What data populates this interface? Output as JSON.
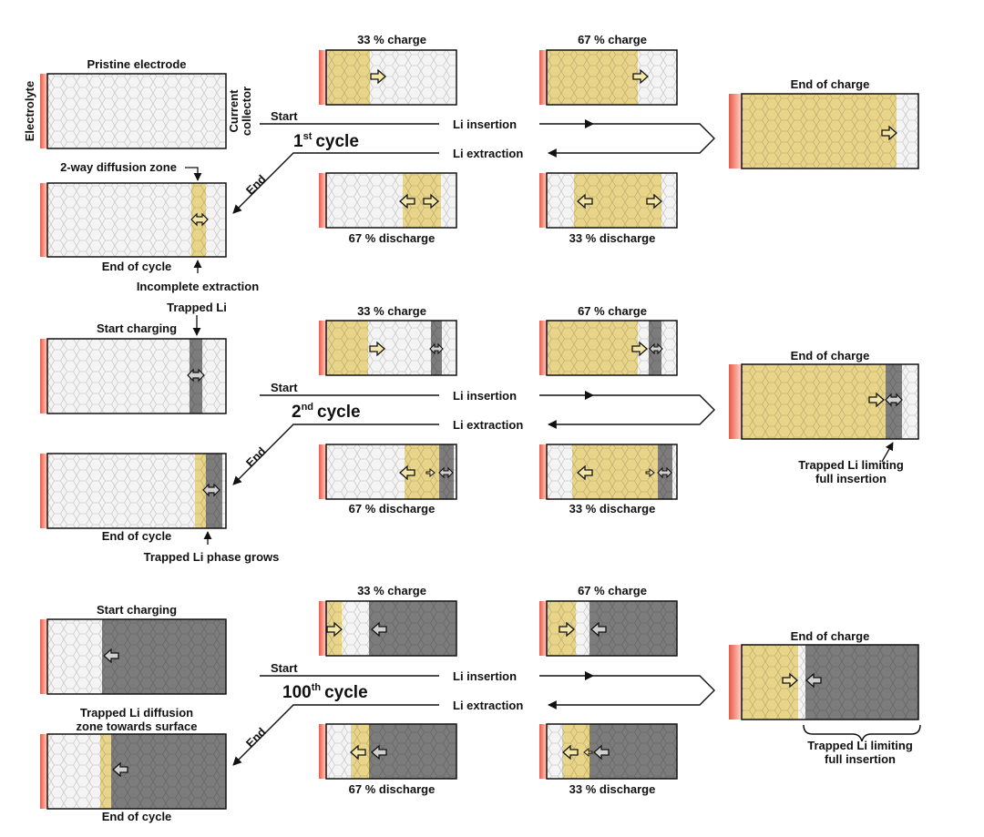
{
  "labels": {
    "electrolyte": "Electrolyte",
    "current_collector_1": "Current",
    "current_collector_2": "collector",
    "pristine": "Pristine electrode",
    "start": "Start",
    "end": "End",
    "li_insertion": "Li insertion",
    "li_extraction": "Li extraction",
    "charge_33": "33 % charge",
    "charge_67": "67 % charge",
    "discharge_67": "67 % discharge",
    "discharge_33": "33 % discharge",
    "end_of_charge": "End of charge",
    "end_of_cycle": "End of cycle",
    "start_charging": "Start charging",
    "two_way": "2-way diffusion zone",
    "incomplete_extraction": "Incomplete extraction",
    "trapped_li": "Trapped Li",
    "trapped_limiting_1": "Trapped Li limiting",
    "trapped_limiting_2": "full insertion",
    "trapped_grows": "Trapped Li phase grows",
    "trapped_zone_1": "Trapped Li diffusion",
    "trapped_zone_2": "zone towards surface"
  },
  "cycles": [
    {
      "number": "1",
      "suffix": "st",
      "word": "cycle"
    },
    {
      "number": "2",
      "suffix": "nd",
      "word": "cycle"
    },
    {
      "number": "100",
      "suffix": "th",
      "word": "cycle"
    }
  ],
  "colors": {
    "lithiated": "#e8d58a",
    "trapped": "#7c7c7c",
    "pristine": "#f4f4f4",
    "electrolyte": "#f08a7a",
    "outline": "#111111"
  }
}
